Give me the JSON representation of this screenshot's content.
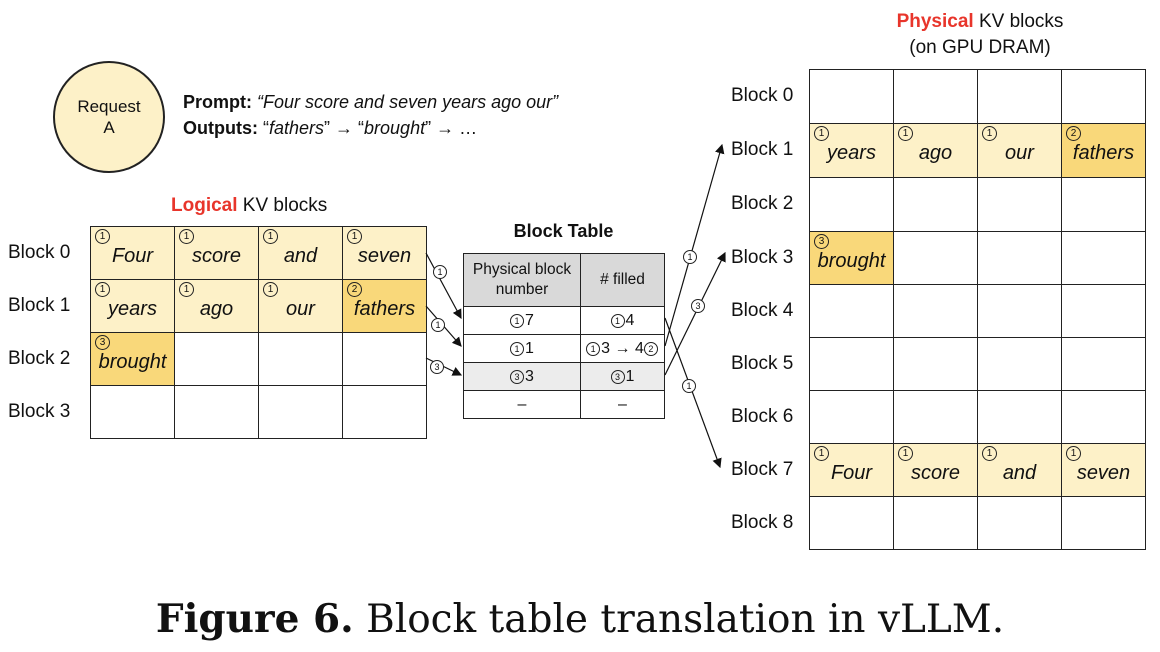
{
  "request": {
    "line1": "Request",
    "line2": "A"
  },
  "prompt": {
    "prompt_label": "Prompt:",
    "prompt_text": "“Four score and seven years ago our”",
    "outputs_label": "Outputs:",
    "outputs_tokens": [
      "fathers",
      "brought"
    ],
    "outputs_tail": "…"
  },
  "logical": {
    "title_highlight": "Logical",
    "title_rest": " KV blocks",
    "rows": [
      {
        "label": "Block 0",
        "cells": [
          {
            "text": "Four",
            "badge": "1",
            "fill": "light"
          },
          {
            "text": "score",
            "badge": "1",
            "fill": "light"
          },
          {
            "text": "and",
            "badge": "1",
            "fill": "light"
          },
          {
            "text": "seven",
            "badge": "1",
            "fill": "light"
          }
        ]
      },
      {
        "label": "Block 1",
        "cells": [
          {
            "text": "years",
            "badge": "1",
            "fill": "light"
          },
          {
            "text": "ago",
            "badge": "1",
            "fill": "light"
          },
          {
            "text": "our",
            "badge": "1",
            "fill": "light"
          },
          {
            "text": "fathers",
            "badge": "2",
            "fill": "dark"
          }
        ]
      },
      {
        "label": "Block 2",
        "cells": [
          {
            "text": "brought",
            "badge": "3",
            "fill": "dark"
          },
          {
            "text": "",
            "badge": "",
            "fill": "empty"
          },
          {
            "text": "",
            "badge": "",
            "fill": "empty"
          },
          {
            "text": "",
            "badge": "",
            "fill": "empty"
          }
        ]
      },
      {
        "label": "Block 3",
        "cells": [
          {
            "text": "",
            "badge": "",
            "fill": "empty"
          },
          {
            "text": "",
            "badge": "",
            "fill": "empty"
          },
          {
            "text": "",
            "badge": "",
            "fill": "empty"
          },
          {
            "text": "",
            "badge": "",
            "fill": "empty"
          }
        ]
      }
    ]
  },
  "block_table": {
    "title": "Block Table",
    "headers": [
      "Physical block number",
      "# filled"
    ],
    "rows": [
      {
        "pbn_badge": "1",
        "pbn": "7",
        "filled_badge": "1",
        "filled": "4",
        "filled_badge2": "",
        "highlight": false
      },
      {
        "pbn_badge": "1",
        "pbn": "1",
        "filled_badge": "1",
        "filled": "3 → 4",
        "filled_badge2": "2",
        "highlight": false
      },
      {
        "pbn_badge": "3",
        "pbn": "3",
        "filled_badge": "3",
        "filled": "1",
        "filled_badge2": "",
        "highlight": true
      },
      {
        "pbn_badge": "",
        "pbn": "–",
        "filled_badge": "",
        "filled": "–",
        "filled_badge2": "",
        "highlight": false
      }
    ]
  },
  "physical": {
    "title_highlight": "Physical",
    "title_rest": " KV blocks",
    "subtitle": "(on GPU DRAM)",
    "rows": [
      {
        "label": "Block 0",
        "cells": [
          {
            "text": "",
            "badge": "",
            "fill": "empty"
          },
          {
            "text": "",
            "badge": "",
            "fill": "empty"
          },
          {
            "text": "",
            "badge": "",
            "fill": "empty"
          },
          {
            "text": "",
            "badge": "",
            "fill": "empty"
          }
        ]
      },
      {
        "label": "Block 1",
        "cells": [
          {
            "text": "years",
            "badge": "1",
            "fill": "light"
          },
          {
            "text": "ago",
            "badge": "1",
            "fill": "light"
          },
          {
            "text": "our",
            "badge": "1",
            "fill": "light"
          },
          {
            "text": "fathers",
            "badge": "2",
            "fill": "dark"
          }
        ]
      },
      {
        "label": "Block 2",
        "cells": [
          {
            "text": "",
            "badge": "",
            "fill": "empty"
          },
          {
            "text": "",
            "badge": "",
            "fill": "empty"
          },
          {
            "text": "",
            "badge": "",
            "fill": "empty"
          },
          {
            "text": "",
            "badge": "",
            "fill": "empty"
          }
        ]
      },
      {
        "label": "Block 3",
        "cells": [
          {
            "text": "brought",
            "badge": "3",
            "fill": "dark"
          },
          {
            "text": "",
            "badge": "",
            "fill": "empty"
          },
          {
            "text": "",
            "badge": "",
            "fill": "empty"
          },
          {
            "text": "",
            "badge": "",
            "fill": "empty"
          }
        ]
      },
      {
        "label": "Block 4",
        "cells": [
          {
            "text": "",
            "badge": "",
            "fill": "empty"
          },
          {
            "text": "",
            "badge": "",
            "fill": "empty"
          },
          {
            "text": "",
            "badge": "",
            "fill": "empty"
          },
          {
            "text": "",
            "badge": "",
            "fill": "empty"
          }
        ]
      },
      {
        "label": "Block 5",
        "cells": [
          {
            "text": "",
            "badge": "",
            "fill": "empty"
          },
          {
            "text": "",
            "badge": "",
            "fill": "empty"
          },
          {
            "text": "",
            "badge": "",
            "fill": "empty"
          },
          {
            "text": "",
            "badge": "",
            "fill": "empty"
          }
        ]
      },
      {
        "label": "Block 6",
        "cells": [
          {
            "text": "",
            "badge": "",
            "fill": "empty"
          },
          {
            "text": "",
            "badge": "",
            "fill": "empty"
          },
          {
            "text": "",
            "badge": "",
            "fill": "empty"
          },
          {
            "text": "",
            "badge": "",
            "fill": "empty"
          }
        ]
      },
      {
        "label": "Block 7",
        "cells": [
          {
            "text": "Four",
            "badge": "1",
            "fill": "light"
          },
          {
            "text": "score",
            "badge": "1",
            "fill": "light"
          },
          {
            "text": "and",
            "badge": "1",
            "fill": "light"
          },
          {
            "text": "seven",
            "badge": "1",
            "fill": "light"
          }
        ]
      },
      {
        "label": "Block 8",
        "cells": [
          {
            "text": "",
            "badge": "",
            "fill": "empty"
          },
          {
            "text": "",
            "badge": "",
            "fill": "empty"
          },
          {
            "text": "",
            "badge": "",
            "fill": "empty"
          },
          {
            "text": "",
            "badge": "",
            "fill": "empty"
          }
        ]
      }
    ]
  },
  "arrow_badges": {
    "logical_to_table": [
      "1",
      "1",
      "3"
    ],
    "table_to_physical": [
      "1",
      "3",
      "1"
    ]
  },
  "caption": {
    "label": "Figure 6.",
    "text": " Block table translation in vLLM."
  },
  "colors": {
    "light_fill": "#fdf1c8",
    "dark_fill": "#f9d87a",
    "highlight_text": "#e8352b",
    "table_header": "#d9d9d9"
  }
}
